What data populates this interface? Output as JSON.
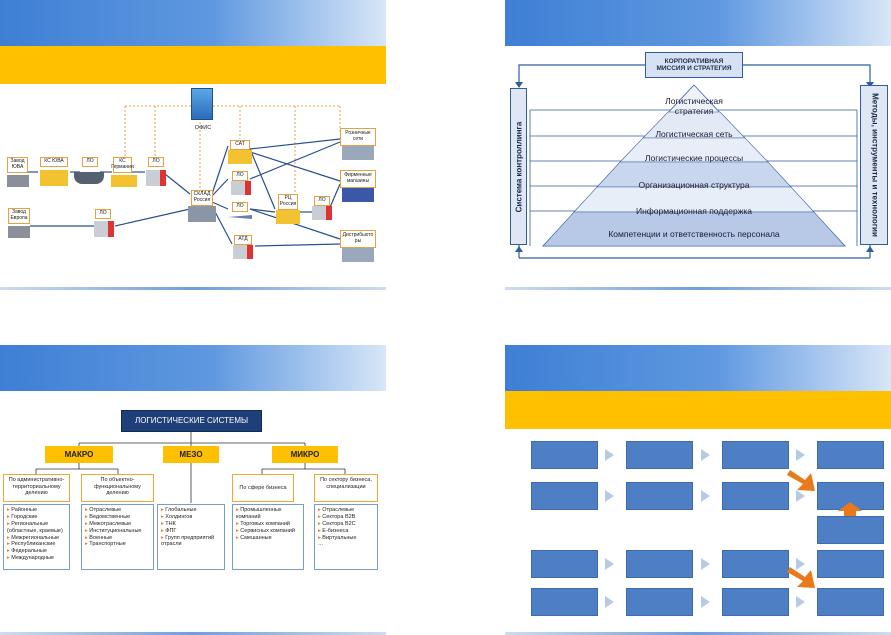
{
  "slide1": {
    "nodes": {
      "office": "ОФИС",
      "plant_uva": "Завод\nЮВА",
      "ks_uva": "КС ЮВА",
      "lo1": "ЛО",
      "ks_germany": "КС\nГермании",
      "lo2": "ЛО",
      "plant_europe": "Завод\nЕвропа",
      "lo3": "ЛО",
      "warehouse_russia": "СКЛАД\nРоссия",
      "sat": "САТ",
      "lo4": "ЛО",
      "lo5": "ЛО",
      "atd": "АТД",
      "rc_russia": "РЦ\nРоссия",
      "lo6": "ЛО",
      "retail": "Розничные\nсети",
      "brand_stores": "Фирменные\nмагазины",
      "distributors": "Дистрибьюто\nры"
    }
  },
  "slide2": {
    "top_box": "КОРПОРАТИВНАЯ\nМИССИЯ И СТРАТЕГИЯ",
    "left_label": "Система контроллинга",
    "right_label": "Методы, инструменты и технологии",
    "levels": [
      "Логистическая\nстратегия",
      "Логистическая сеть",
      "Логистические процессы",
      "Организационная структура",
      "Информационная поддержка",
      "Компетенции и ответственность персонала"
    ]
  },
  "slide3": {
    "root": "ЛОГИСТИЧЕСКИЕ СИСТЕМЫ",
    "macro": "МАКРО",
    "meso": "МЕЗО",
    "micro": "МИКРО",
    "macro_admin": "По административно-территориальному делению",
    "macro_func": "По объектно-функциональному делению",
    "micro_sphere": "По сфере бизнеса",
    "micro_sector": "По сектору бизнеса, специализации",
    "list_admin": [
      "Районные",
      "Городские",
      "Региональные (областные, краевые)",
      "Межрегиональные",
      "Республиканские",
      "Федеральные",
      "Международные"
    ],
    "list_func": [
      "Отраслевые",
      "Ведомственные",
      "Межотраслевые",
      "Институциональные",
      "Военные",
      "Транспортные"
    ],
    "list_meso": [
      "Глобальные",
      "Холдингов",
      "ТНК",
      "ФПГ",
      "Групп предприятий отрасли"
    ],
    "list_sphere": [
      "Промышленных компаний",
      "Торговых компаний",
      "Сервисных компаний",
      "Смешанные"
    ],
    "list_sector": [
      "Отраслевые",
      "Сектора B2B",
      "Сектора B2C",
      "Е-бизнеса",
      "Виртуальные",
      "…"
    ]
  },
  "colors": {
    "header_blue": "#3e7fd4",
    "accent_yellow": "#ffc000",
    "node_blue": "#4e7fc4",
    "orange": "#e87a1c"
  }
}
